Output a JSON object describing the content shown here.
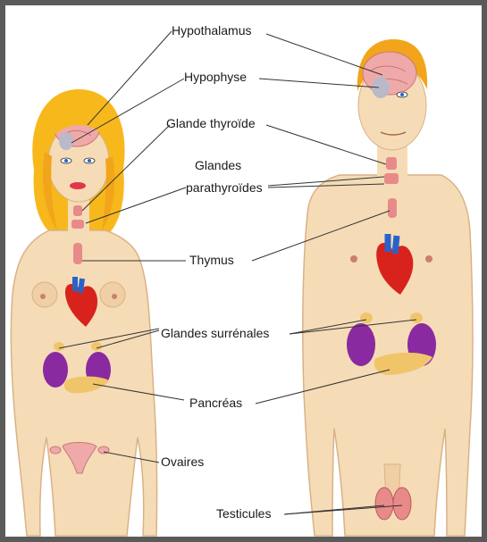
{
  "diagram": {
    "labels": {
      "hypothalamus": "Hypothalamus",
      "hypophyse": "Hypophyse",
      "thyroide": "Glande thyroïde",
      "parathyroides_1": "Glandes",
      "parathyroides_2": "parathyroïdes",
      "thymus": "Thymus",
      "surrenales": "Glandes surrénales",
      "pancreas": "Pancréas",
      "ovaires": "Ovaires",
      "testicules": "Testicules"
    },
    "colors": {
      "skin": "#f5dcb6",
      "skin_shadow": "#e8c497",
      "female_hair": "#f7b81c",
      "male_hair": "#f2a51a",
      "heart_red": "#d8231c",
      "heart_blue": "#2a63c8",
      "kidney_purple": "#8a2aa0",
      "pancreas": "#f0c56a",
      "gland_pink": "#e88a8a",
      "brain_pink": "#f0a9a9"
    }
  }
}
